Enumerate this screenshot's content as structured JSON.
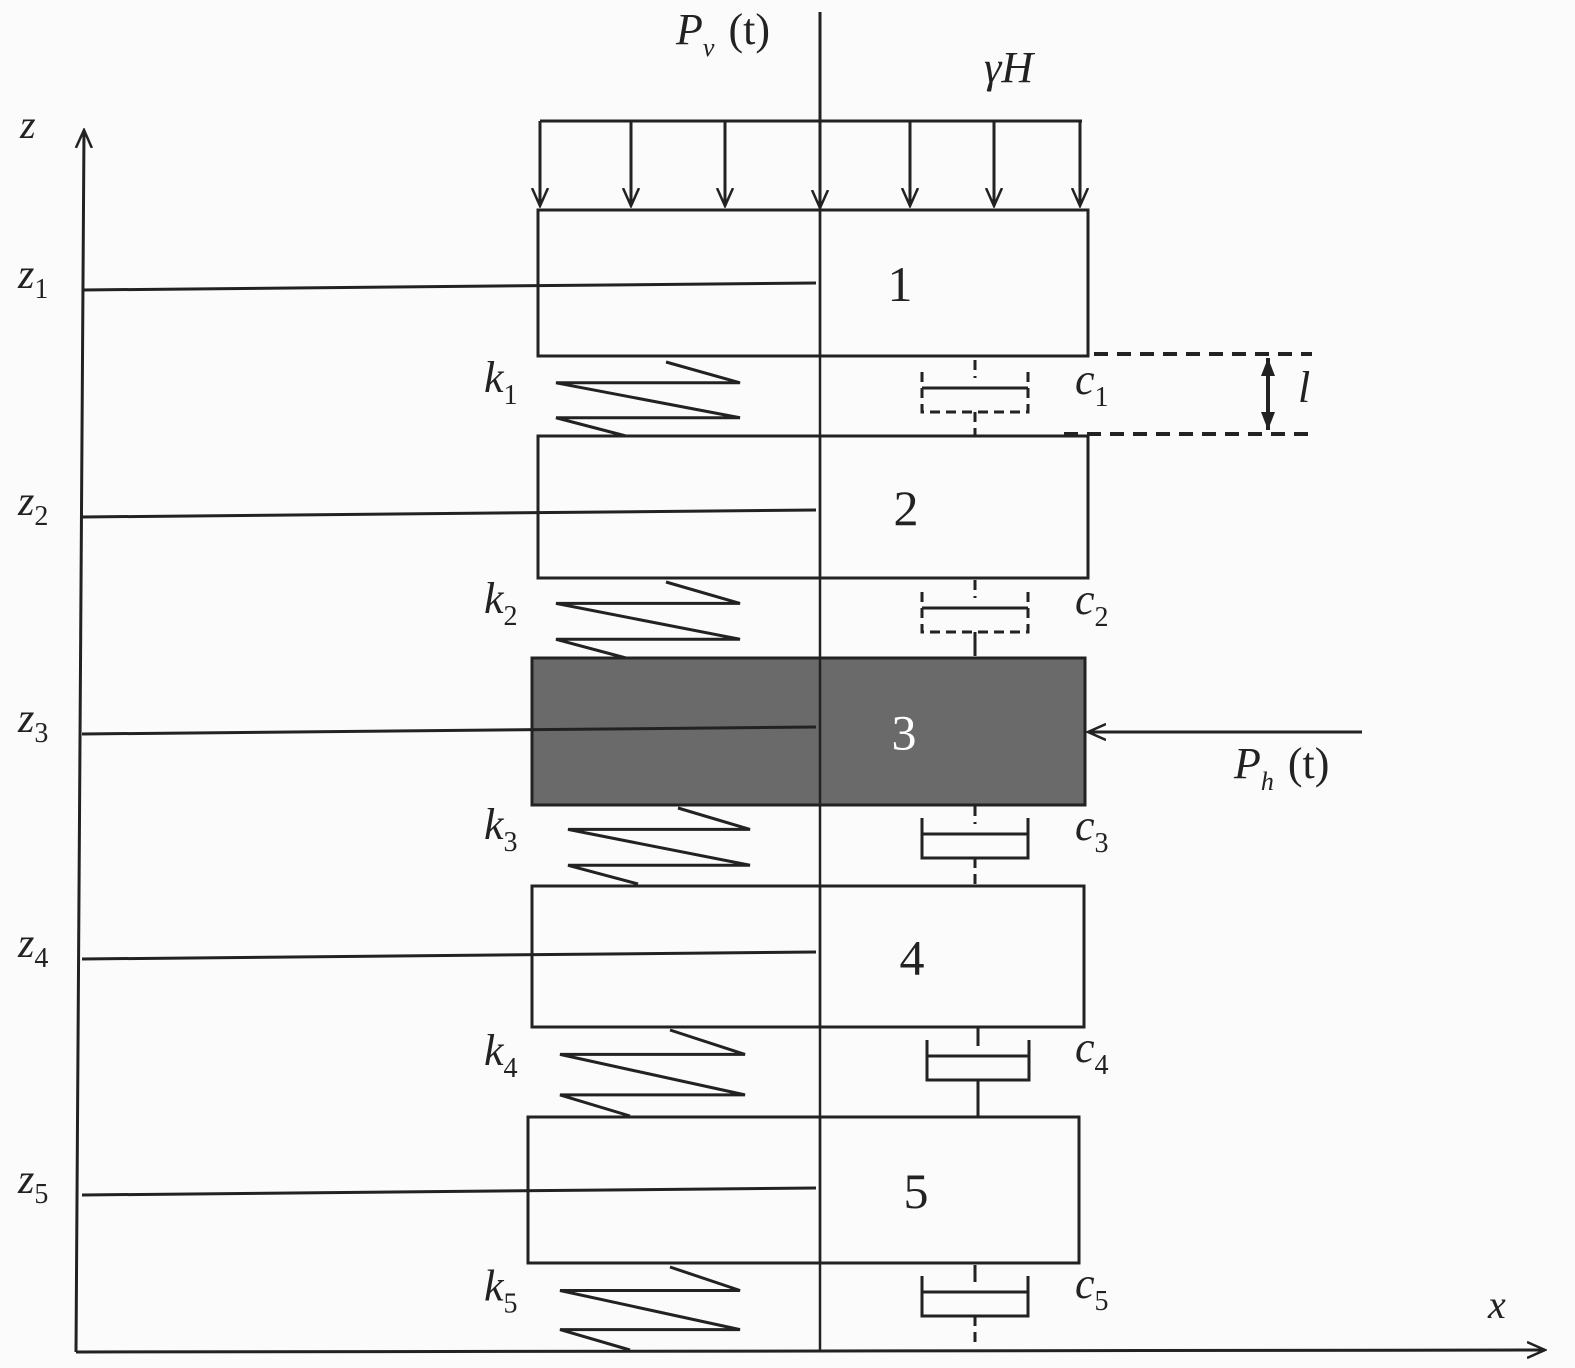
{
  "axes": {
    "z": "z",
    "x": "x"
  },
  "loads": {
    "vertical": {
      "main": "P",
      "sub": "v",
      "arg": "(t)"
    },
    "distributed": "γH",
    "horizontal": {
      "main": "P",
      "sub": "h",
      "arg": "(t)"
    }
  },
  "gap_label": "l",
  "layers": [
    {
      "number": "1",
      "z_main": "z",
      "z_sub": "1",
      "k_main": "k",
      "k_sub": "1",
      "c_main": "c",
      "c_sub": "1",
      "highlighted": false
    },
    {
      "number": "2",
      "z_main": "z",
      "z_sub": "2",
      "k_main": "k",
      "k_sub": "2",
      "c_main": "c",
      "c_sub": "2",
      "highlighted": false
    },
    {
      "number": "3",
      "z_main": "z",
      "z_sub": "3",
      "k_main": "k",
      "k_sub": "3",
      "c_main": "c",
      "c_sub": "3",
      "highlighted": true
    },
    {
      "number": "4",
      "z_main": "z",
      "z_sub": "4",
      "k_main": "k",
      "k_sub": "4",
      "c_main": "c",
      "c_sub": "4",
      "highlighted": false
    },
    {
      "number": "5",
      "z_main": "z",
      "z_sub": "5",
      "k_main": "k",
      "k_sub": "5",
      "c_main": "c",
      "c_sub": "5",
      "highlighted": false
    }
  ],
  "colors": {
    "line": "#222222",
    "highlight_fill": "#6a6a6a",
    "highlight_text": "#ffffff",
    "background": "#fbfbfb"
  }
}
